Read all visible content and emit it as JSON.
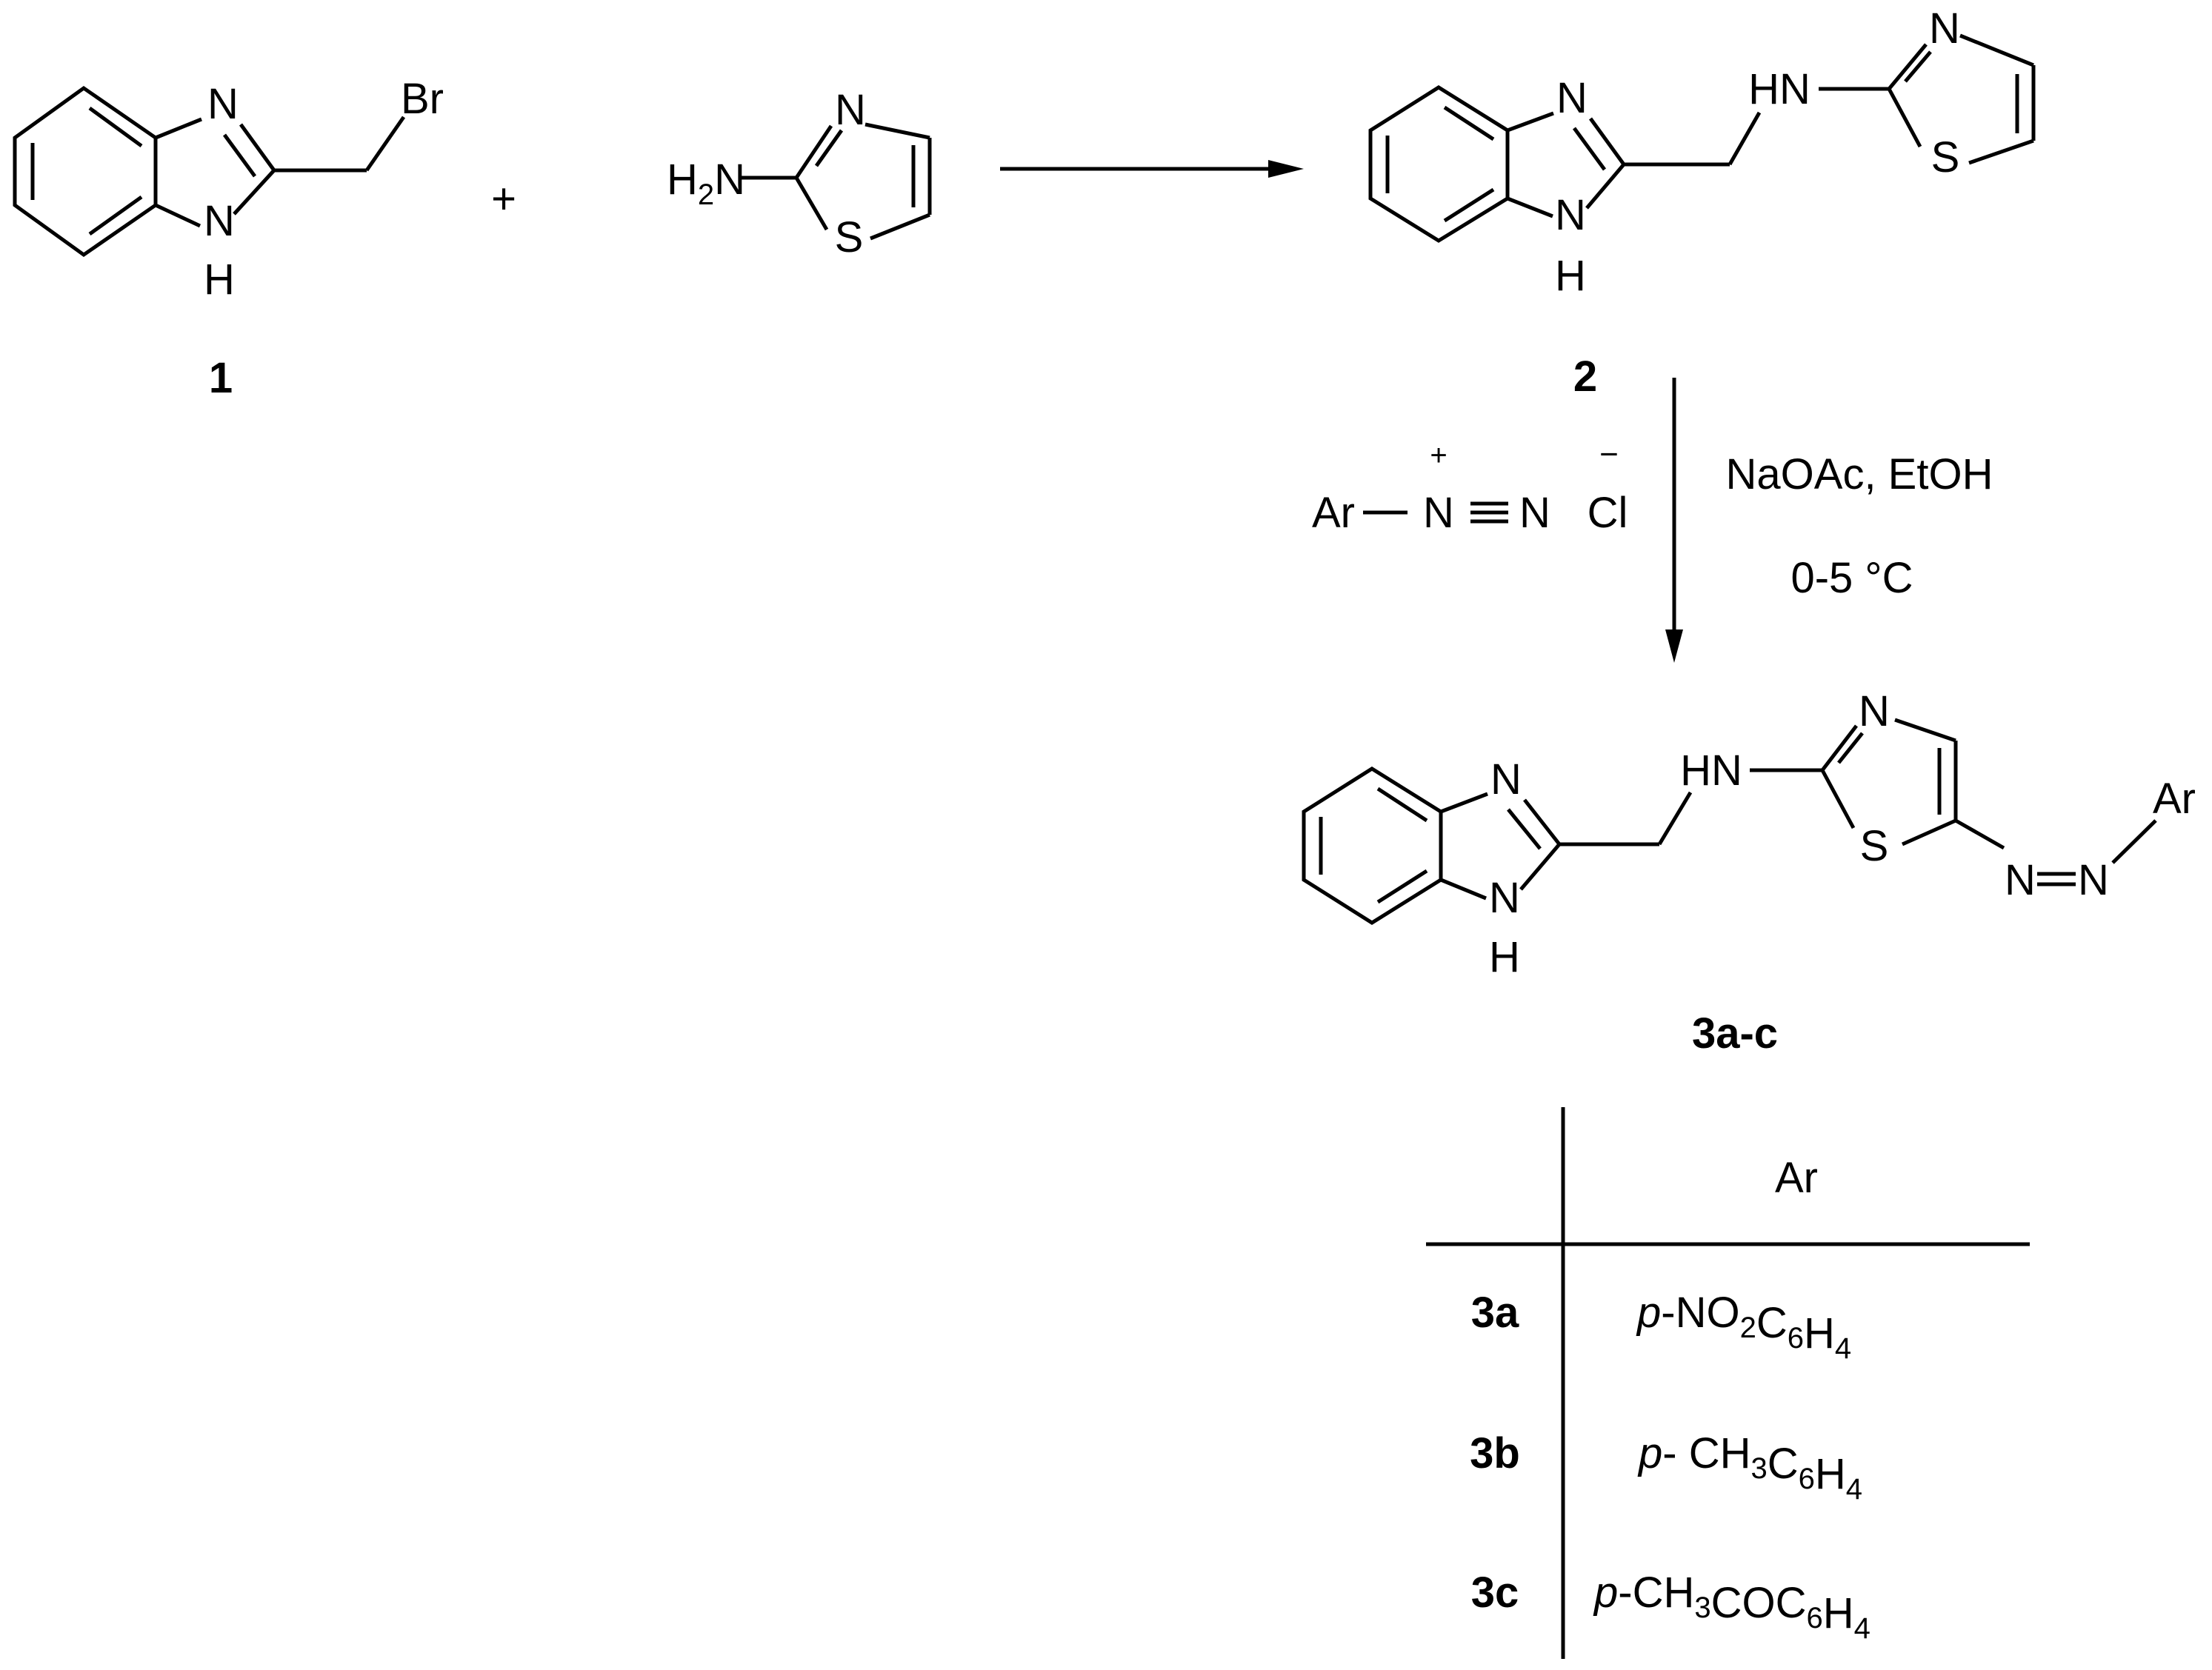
{
  "atoms": {
    "n": "N",
    "h": "H",
    "s": "S",
    "br": "Br",
    "hn": "HN",
    "h2n_h": "H",
    "h2n_2": "2",
    "h2n_n": "N",
    "ar": "Ar",
    "cl": "Cl",
    "plus_charge": "+",
    "minus_charge": "−"
  },
  "labels": {
    "plus": "+",
    "compound_1": "1",
    "compound_2": "2",
    "compound_3": "3a-c"
  },
  "conditions": {
    "line1": "NaOAc, EtOH",
    "line2": "0-5 °C"
  },
  "table": {
    "header": "Ar",
    "rows": [
      {
        "id": "3a",
        "prefix": "p",
        "parts": [
          [
            "-NO",
            "2"
          ],
          [
            "C",
            "6"
          ],
          [
            "H",
            "4"
          ]
        ]
      },
      {
        "id": "3b",
        "prefix": "p",
        "parts": [
          [
            "- CH",
            "3"
          ],
          [
            "C",
            "6"
          ],
          [
            "H",
            "4"
          ]
        ]
      },
      {
        "id": "3c",
        "prefix": "p",
        "parts": [
          [
            "-CH",
            "3"
          ],
          [
            "COC",
            "6"
          ],
          [
            "H",
            "4"
          ]
        ]
      }
    ]
  }
}
